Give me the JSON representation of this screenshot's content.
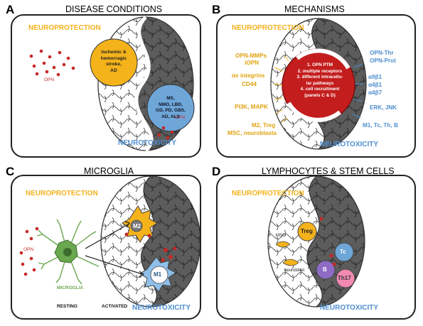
{
  "colors": {
    "neuroprotection": "#f4b21b",
    "neurotoxicity": "#4f8fd0",
    "opn_dots": "#c62828",
    "brain_dark": "#5a5a5a",
    "brain_light": "#ffffff",
    "mechanism_circle": "#c41d1d",
    "microglia_green": "#6aa84f",
    "m2_orange": "#f4b21b",
    "m1_blue": "#4f8fd0",
    "treg_orange": "#f4b21b",
    "tc_blue": "#6ea6d8",
    "b_purple": "#8e6bc5",
    "th17_pink": "#f28ab2"
  },
  "panels": {
    "a": {
      "letter": "A",
      "title": "DISEASE CONDITIONS",
      "neuroprotection": "NEUROPROTECTION",
      "neurotoxicity": "NEUROTOXICITY",
      "opn_left": "OPN",
      "opn_right": "OPN",
      "protective_conditions": [
        "Ischemic &",
        "hemorragic",
        "stroke,",
        "AD"
      ],
      "toxic_conditions": [
        "MS,",
        "NMO, LBD,",
        "GD, PD, GBS,",
        "AD, ALS"
      ]
    },
    "b": {
      "letter": "B",
      "title": "MECHANISMS",
      "neuroprotection": "NEUROPROTECTION",
      "neurotoxicity": "NEUROTOXICITY",
      "left_items": [
        "OPN-MMPs",
        "iOPN",
        "αv integrins",
        "CD44",
        "PI3K, MAPK",
        "M2, Treg",
        "MSC, neuroblasts"
      ],
      "right_items": [
        "OPN-Thr",
        "OPN-Prot",
        "α9β1",
        "α4β1",
        "α4β7",
        "ERK, JNK",
        "M1, Tc, Th, B"
      ],
      "center_items": [
        "1. OPN PTM",
        "2. multiple receptors",
        "3. different intracellu-",
        "lar pathways",
        "4. cell recruitment",
        "(panels C & D)"
      ]
    },
    "c": {
      "letter": "C",
      "title": "MICROGLIA",
      "neuroprotection": "NEUROPROTECTION",
      "neurotoxicity": "NEUROTOXICITY",
      "opn": "OPN",
      "microglia": "MICROGLIA",
      "resting": "RESTING",
      "activated": "ACTIVATED",
      "m2": "M2",
      "m1": "M1"
    },
    "d": {
      "letter": "D",
      "title": "LYMPHOCYTES & STEM CELLS",
      "neuroprotection": "NEUROPROTECTION",
      "neurotoxicity": "NEUROTOXICITY",
      "msc": "MSC",
      "neuroblast": "neuroblast",
      "treg": "Treg",
      "tc": "Tc",
      "b": "B",
      "th17": "Th17"
    }
  }
}
